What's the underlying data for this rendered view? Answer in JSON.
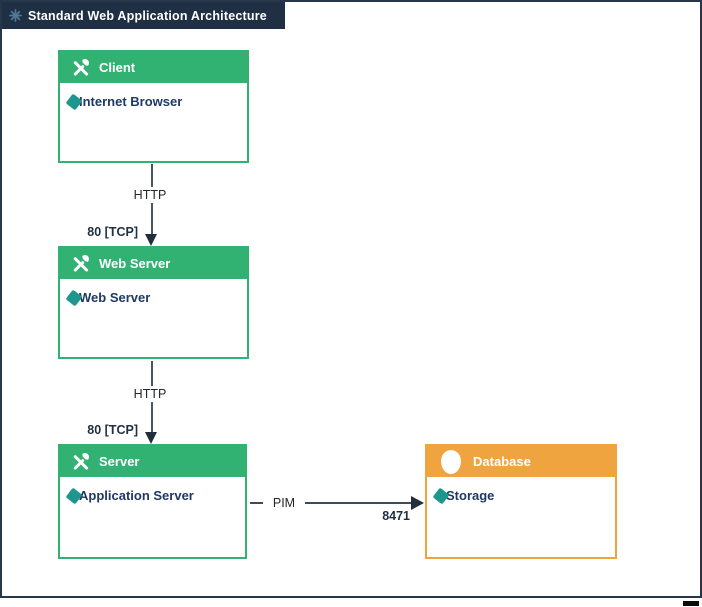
{
  "title_bar": {
    "title": "Standard Web Application Architecture",
    "icon": "asterisk-icon"
  },
  "colors": {
    "node_green": "#32b272",
    "node_orange": "#f0a43f",
    "item_diamond_teal": "#1d968e",
    "titlebar_navy": "#1f3044",
    "label_navy": "#1f3864",
    "arrow_line": "#4b5663",
    "arrow_head": "#222e3c"
  },
  "nodes": [
    {
      "id": "client",
      "title": "Client",
      "header_icon": "tools-icon",
      "items": [
        {
          "icon": "diamond-icon",
          "label": "Internet Browser"
        }
      ]
    },
    {
      "id": "web-server",
      "title": "Web Server",
      "header_icon": "tools-icon",
      "items": [
        {
          "icon": "diamond-icon",
          "label": "Web Server"
        }
      ]
    },
    {
      "id": "server",
      "title": "Server",
      "header_icon": "tools-icon",
      "items": [
        {
          "icon": "diamond-icon",
          "label": "Application Server"
        }
      ]
    },
    {
      "id": "database",
      "title": "Database",
      "header_icon": "database-icon",
      "items": [
        {
          "icon": "diamond-icon",
          "label": "Storage"
        }
      ]
    }
  ],
  "connections": [
    {
      "from": "client",
      "to": "web-server",
      "protocol": "HTTP",
      "port": "80 [TCP]",
      "direction": "down"
    },
    {
      "from": "web-server",
      "to": "server",
      "protocol": "HTTP",
      "port": "80 [TCP]",
      "direction": "down"
    },
    {
      "from": "server",
      "to": "database",
      "protocol": "PIM",
      "port": "8471",
      "direction": "right"
    }
  ]
}
